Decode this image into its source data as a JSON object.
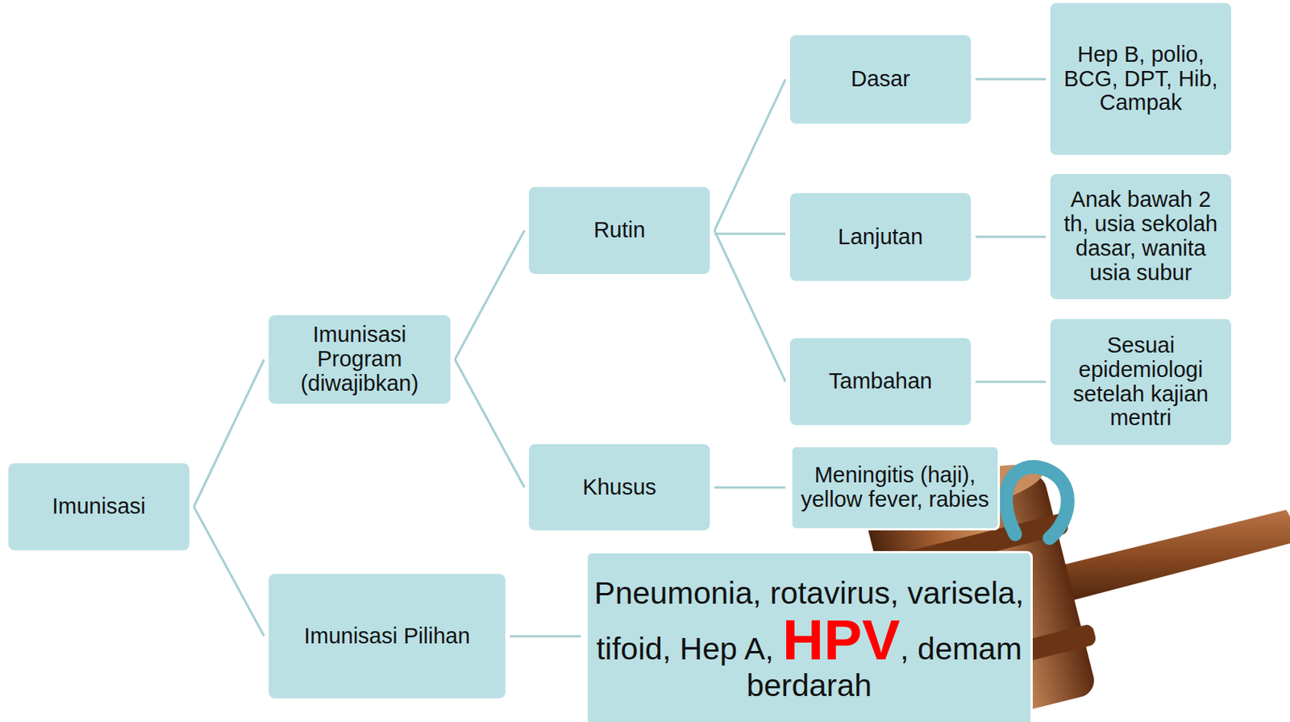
{
  "diagram": {
    "nodes": [
      {
        "text": [
          "Imunisasi"
        ]
      },
      {
        "text": [
          "Imunisasi Program (diwajibkan)"
        ]
      },
      {
        "text": [
          "Rutin"
        ]
      },
      {
        "text": [
          "Dasar"
        ]
      },
      {
        "text": [
          "Hep B, polio, BCG, DPT, Hib, Campak"
        ]
      },
      {
        "text": [
          "Lanjutan"
        ]
      },
      {
        "text": [
          "Anak bawah 2 th, usia sekolah dasar, wanita usia subur"
        ]
      },
      {
        "text": [
          "Tambahan"
        ]
      },
      {
        "text": [
          "Sesuai epidemiologi setelah kajian mentri"
        ]
      },
      {
        "text": [
          "Khusus"
        ]
      },
      {
        "text": [
          "Meningitis (haji), yellow fever, rabies"
        ]
      },
      {
        "text": [
          "Imunisasi Pilihan"
        ]
      },
      {
        "text": [
          "Pneumonia, rotavirus, varisela, tifoid, Hep A,",
          "HPV",
          ", demam berdarah"
        ]
      }
    ],
    "edges": [
      {
        "from": 0,
        "to": 1,
        "arrow": "none"
      },
      {
        "from": 0,
        "to": 11,
        "arrow": "none"
      },
      {
        "from": 1,
        "to": 2,
        "arrow": "none"
      },
      {
        "from": 1,
        "to": 9,
        "arrow": "none"
      },
      {
        "from": 2,
        "to": 3,
        "arrow": "none"
      },
      {
        "from": 2,
        "to": 5,
        "arrow": "none"
      },
      {
        "from": 2,
        "to": 7,
        "arrow": "none"
      },
      {
        "from": 3,
        "to": 4,
        "arrow": "none"
      },
      {
        "from": 5,
        "to": 6,
        "arrow": "none"
      },
      {
        "from": 7,
        "to": 8,
        "arrow": "none"
      },
      {
        "from": 9,
        "to": 10,
        "arrow": "none"
      },
      {
        "from": 11,
        "to": 12,
        "arrow": "none"
      }
    ]
  }
}
